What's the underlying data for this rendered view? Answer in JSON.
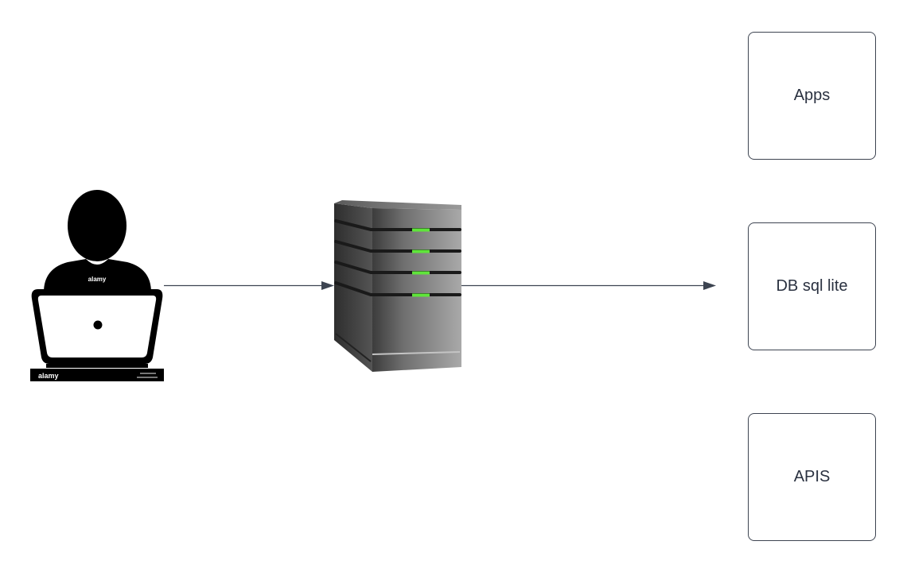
{
  "diagram": {
    "nodes": {
      "user": {
        "icon": "user-laptop-icon",
        "watermark_head": "alamy",
        "watermark_footer": "alamy"
      },
      "server": {
        "icon": "server-tower-icon",
        "led_color": "#5fe53a"
      },
      "apps": {
        "label": "Apps"
      },
      "db": {
        "label": "DB sql lite"
      },
      "apis": {
        "label": "APIS"
      }
    },
    "edges": [
      {
        "from": "user",
        "to": "server"
      },
      {
        "from": "server",
        "to": "db"
      }
    ],
    "colors": {
      "stroke": "#3d4451",
      "text": "#2a3140"
    }
  }
}
